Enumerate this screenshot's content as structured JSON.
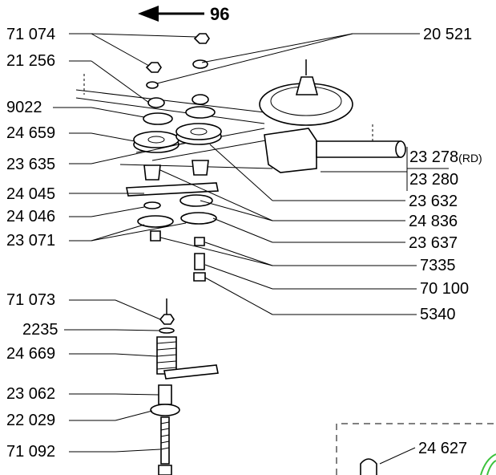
{
  "direction": {
    "label": "96"
  },
  "callouts_left": [
    {
      "id": "left-71074",
      "text": "71 074"
    },
    {
      "id": "left-21256",
      "text": "21 256"
    },
    {
      "id": "left-9022",
      "text": "9022"
    },
    {
      "id": "left-24659",
      "text": "24 659"
    },
    {
      "id": "left-23635",
      "text": "23 635"
    },
    {
      "id": "left-24045",
      "text": "24 045"
    },
    {
      "id": "left-24046",
      "text": "24 046"
    },
    {
      "id": "left-23071",
      "text": "23 071"
    },
    {
      "id": "left-71073",
      "text": "71 073"
    },
    {
      "id": "left-2235",
      "text": "2235"
    },
    {
      "id": "left-24669",
      "text": "24 669"
    },
    {
      "id": "left-23062",
      "text": "23 062"
    },
    {
      "id": "left-22029",
      "text": "22 029"
    },
    {
      "id": "left-71092",
      "text": "71 092"
    }
  ],
  "callouts_right": [
    {
      "id": "right-20521",
      "text": "20 521"
    },
    {
      "id": "right-23278",
      "text": "23 278",
      "suffix": "(RD)"
    },
    {
      "id": "right-23280",
      "text": "23 280"
    },
    {
      "id": "right-23632",
      "text": "23 632"
    },
    {
      "id": "right-24836",
      "text": "24 836"
    },
    {
      "id": "right-23637",
      "text": "23 637"
    },
    {
      "id": "right-7335",
      "text": "7335"
    },
    {
      "id": "right-70100",
      "text": "70 100"
    },
    {
      "id": "right-5340",
      "text": "5340"
    }
  ],
  "inset": {
    "label": "24 627"
  }
}
